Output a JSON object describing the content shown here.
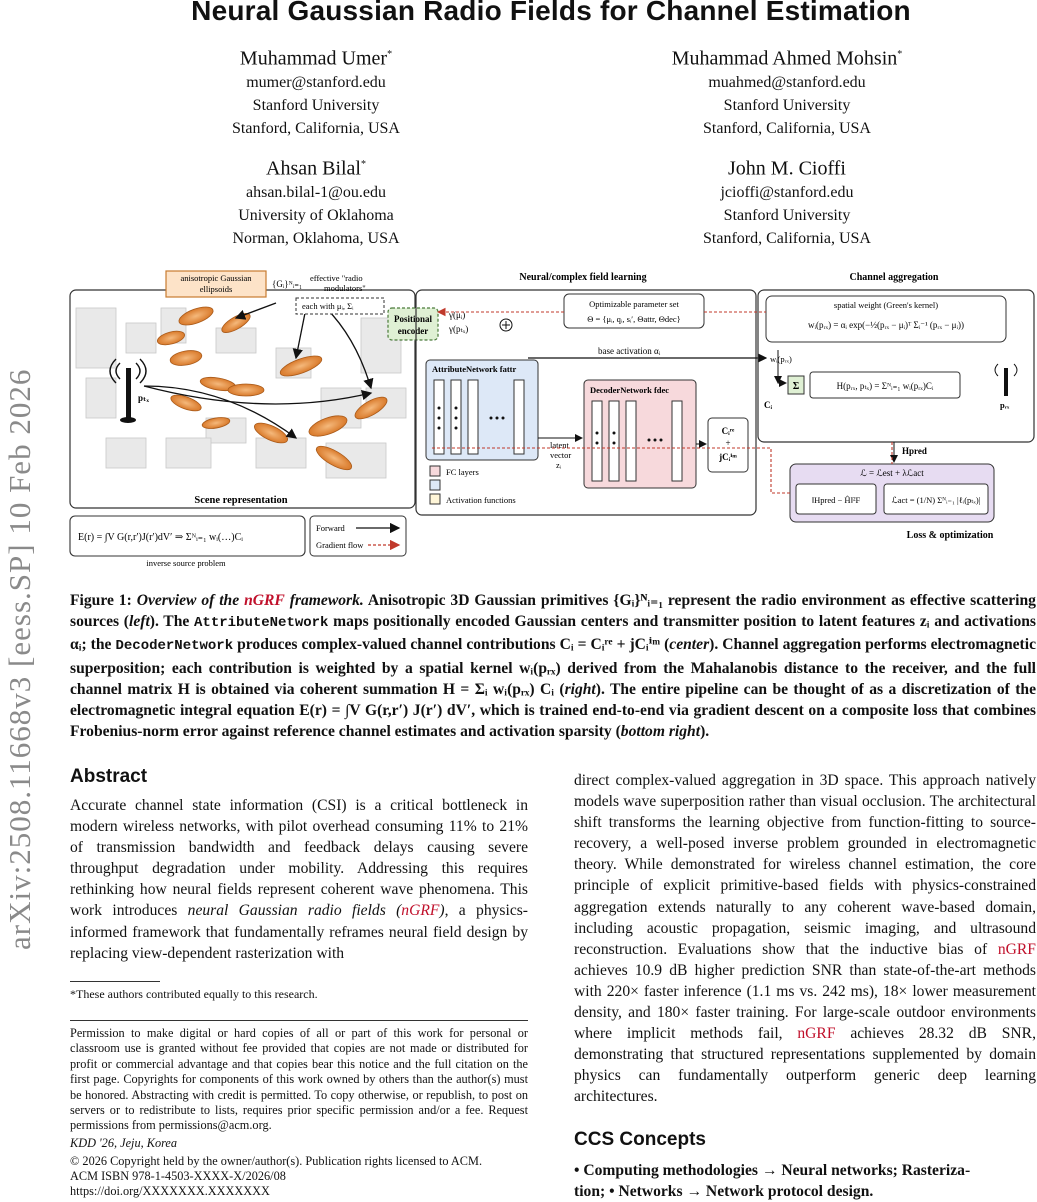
{
  "arxiv_stamp": "arXiv:2508.11668v3  [eess.SP]  10 Feb 2026",
  "title": "Neural Gaussian Radio Fields for Channel Estimation",
  "authors": [
    {
      "name": "Muhammad Umer",
      "mark": "*",
      "email": "mumer@stanford.edu",
      "affil": "Stanford University",
      "loc": "Stanford, California, USA"
    },
    {
      "name": "Muhammad Ahmed Mohsin",
      "mark": "*",
      "email": "muahmed@stanford.edu",
      "affil": "Stanford University",
      "loc": "Stanford, California, USA"
    },
    {
      "name": "Ahsan Bilal",
      "mark": "*",
      "email": "ahsan.bilal-1@ou.edu",
      "affil": "University of Oklahoma",
      "loc": "Norman, Oklahoma, USA"
    },
    {
      "name": "John M. Cioffi",
      "mark": "",
      "email": "jcioffi@stanford.edu",
      "affil": "Stanford University",
      "loc": "Stanford, California, USA"
    }
  ],
  "figure": {
    "callout_gaussians": "anisotropic Gaussian",
    "callout_gaussians_2": "ellipsoids",
    "set_symbol": "{Gᵢ}ᴺᵢ₌₁",
    "callout_modulators": "effective \"radio",
    "callout_modulators_2": "modulators\"",
    "each_with": "each with  μᵢ, Σᵢ",
    "ptx": "pₜₓ",
    "prx": "pᵣₓ",
    "scene_label": "Scene representation",
    "pos_encoder": "Positional",
    "pos_encoder_2": "encoder",
    "gamma_mu": "γ(μᵢ)",
    "gamma_ptx": "γ(pₜₓ)",
    "param_set_title": "Optimizable parameter set",
    "param_set_expr": "Θ = {μᵢ, qᵢ, sᵢ′, Θattr, Θdec}",
    "neural_title": "Neural/complex field learning",
    "attr_net": "AttributeNetwork  fattr",
    "dec_net": "DecoderNetwork  fdec",
    "base_activation": "base activation  αᵢ",
    "latent": "latent",
    "latent_2": "vector",
    "latent_3": "zᵢ",
    "c_re": "Cᵢʳᵉ",
    "c_plus": "+",
    "c_im": "jCᵢⁱᵐ",
    "legend_fc": "FC layers",
    "legend_act": "Activation functions",
    "agg_title": "Channel aggregation",
    "kernel_title": "spatial weight (Green's kernel)",
    "kernel_expr": "wᵢ(pᵣₓ) = αᵢ exp(−½(pᵣₓ − μᵢ)ᵀ Σᵢ⁻¹ (pᵣₓ − μᵢ))",
    "w_label": "wᵢ(pᵣₓ)",
    "sigma": "Σ",
    "h_expr": "H(pᵣₓ, pₜₓ) = Σᴺᵢ₌₁ wᵢ(pᵣₓ)Cᵢ",
    "ci_label": "Cᵢ",
    "h_pred": "Hpred",
    "loss_expr": "ℒ = ℒest + λℒact",
    "loss_est": "‖Hpred − Ĥ‖²F",
    "loss_act": "ℒact = (1/N) Σᴺᵢ₌₁ |ℓᵢ(pₜₓ)|",
    "loss_title": "Loss & optimization",
    "integral_expr": "E(r) = ∫V G(r,r′)J(r′)dV′ ⇒ Σᴺᵢ₌₁ wᵢ(…)Cᵢ",
    "inverse_label": "inverse source problem",
    "legend_forward": "Forward",
    "legend_gradient": "Gradient flow",
    "colors": {
      "orange": "#e8964a",
      "green": "#dff0d4",
      "blue_box": "#dde8f7",
      "pink_box": "#f7d9dc",
      "purple_box": "#e7dcf2",
      "red_dash": "#c0392b"
    }
  },
  "caption": {
    "label": "Figure 1:",
    "t1": "Overview of the",
    "t2": "nGRF",
    "t3": "framework.",
    "t4": "Anisotropic 3D Gaussian primitives {Gᵢ}ᴺᵢ₌₁ represent the radio environment as effective scattering sources (",
    "t5": "left",
    "t6": "). The",
    "t7": "AttributeNetwork",
    "t8": "maps positionally encoded Gaussian centers and transmitter position to latent features zᵢ and activations αᵢ; the",
    "t9": "DecoderNetwork",
    "t10": "produces complex-valued channel contributions Cᵢ = Cᵢʳᵉ + jCᵢⁱᵐ (",
    "t11": "center",
    "t12": "). Channel aggregation performs electromagnetic superposition; each contribution is weighted by a spatial kernel wᵢ(pᵣₓ) derived from the Mahalanobis distance to the receiver, and the full channel matrix H is obtained via coherent summation H = Σᵢ wᵢ(pᵣₓ) Cᵢ (",
    "t13": "right",
    "t14": "). The entire pipeline can be thought of as a discretization of the electromagnetic integral equation E(r) = ∫V G(r,r′) J(r′) dV′, which is trained end-to-end via gradient descent on a composite loss that combines Frobenius-norm error against reference channel estimates and activation sparsity (",
    "t15": "bottom right",
    "t16": ")."
  },
  "abstract": {
    "heading": "Abstract",
    "p1": "Accurate channel state information (CSI) is a critical bottleneck in modern wireless networks, with pilot overhead consuming 11% to 21% of transmission bandwidth and feedback delays causing severe throughput degradation under mobility. Addressing this requires rethinking how neural fields represent coherent wave phenomena. This work introduces",
    "p2": "neural Gaussian radio fields (",
    "p3": "nGRF",
    "p4": ")",
    "p5": ", a physics-informed framework that fundamentally reframes neural field design by replacing view-dependent rasterization with",
    "r1": "direct complex-valued aggregation in 3D space. This approach natively models wave superposition rather than visual occlusion. The architectural shift transforms the learning objective from function-fitting to source-recovery, a well-posed inverse problem grounded in electromagnetic theory. While demonstrated for wireless channel estimation, the core principle of explicit primitive-based fields with physics-constrained aggregation extends naturally to any coherent wave-based domain, including acoustic propagation, seismic imaging, and ultrasound reconstruction. Evaluations show that the inductive bias of",
    "r2": "nGRF",
    "r3": "achieves 10.9 dB higher prediction SNR than state-of-the-art methods with 220× faster inference (1.1 ms vs. 242 ms), 18× lower measurement density, and 180× faster training. For large-scale outdoor environments where implicit methods fail,",
    "r4": "nGRF",
    "r5": "achieves 28.32 dB SNR, demonstrating that structured representations supplemented by domain physics can fundamentally outperform generic deep learning architectures."
  },
  "footnote": "*These authors contributed equally to this research.",
  "permission": "Permission to make digital or hard copies of all or part of this work for personal or classroom use is granted without fee provided that copies are not made or distributed for profit or commercial advantage and that copies bear this notice and the full citation on the first page. Copyrights for components of this work owned by others than the author(s) must be honored. Abstracting with credit is permitted. To copy otherwise, or republish, to post on servers or to redistribute to lists, requires prior specific permission and/or a fee. Request permissions from permissions@acm.org.",
  "venue": "KDD '26, Jeju, Korea",
  "copyright": "© 2026 Copyright held by the owner/author(s). Publication rights licensed to ACM.",
  "isbn": "ACM ISBN 978-1-4503-XXXX-X/2026/08",
  "doi": "https://doi.org/XXXXXXX.XXXXXXX",
  "ccs": {
    "heading": "CCS Concepts",
    "line1": "• Computing methodologies → Neural networks; Rasteriza-",
    "line2": "tion; • Networks → Network protocol design."
  }
}
